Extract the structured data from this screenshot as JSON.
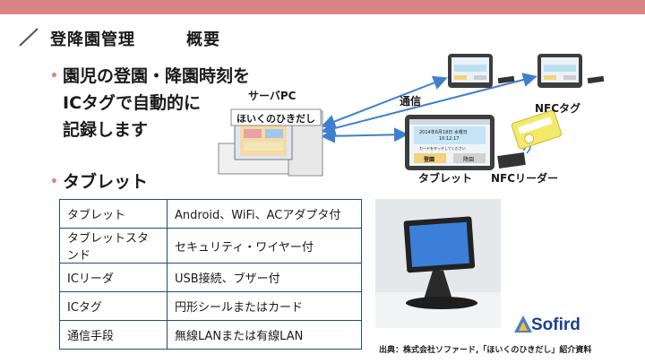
{
  "header": {
    "title": "登降園管理",
    "subtitle": "概要"
  },
  "bullets": {
    "line1": "園児の登園・降園時刻を",
    "line2": "ICタグで自動的に",
    "line3": "記録します",
    "tablet": "タブレット"
  },
  "diagram": {
    "server_label": "サーバPC",
    "app_name": "ほいくのひきだし",
    "comm_label": "通信",
    "nfc_tag_label": "NFCタグ",
    "tablet_label": "タブレット",
    "nfc_reader_label": "NFCリーダー",
    "tablet_date": "2014年6月18日 水曜日",
    "tablet_time": "10:12:17",
    "tablet_prompt": "カードをタッチしてください",
    "tablet_btn1": "登園",
    "tablet_btn2": "降園"
  },
  "spec_table": [
    {
      "key": "タブレット",
      "value": "Android、WiFi、ACアダプタ付"
    },
    {
      "key": "タブレットスタンド",
      "value": "セキュリティ・ワイヤー付"
    },
    {
      "key": "ICリーダ",
      "value": "USB接続、ブザー付"
    },
    {
      "key": "ICタグ",
      "value": "円形シールまたはカード"
    },
    {
      "key": "通信手段",
      "value": "無線LANまたは有線LAN"
    }
  ],
  "logo": {
    "text": "Sofird"
  },
  "source": "出典：株式会社ソファード,「ほいくのひきだし」紹介資料",
  "colors": {
    "accent": "#d98585",
    "arrow": "#3f7fcf",
    "table_border": "#1f4e79",
    "logo": "#1d3f8f"
  }
}
